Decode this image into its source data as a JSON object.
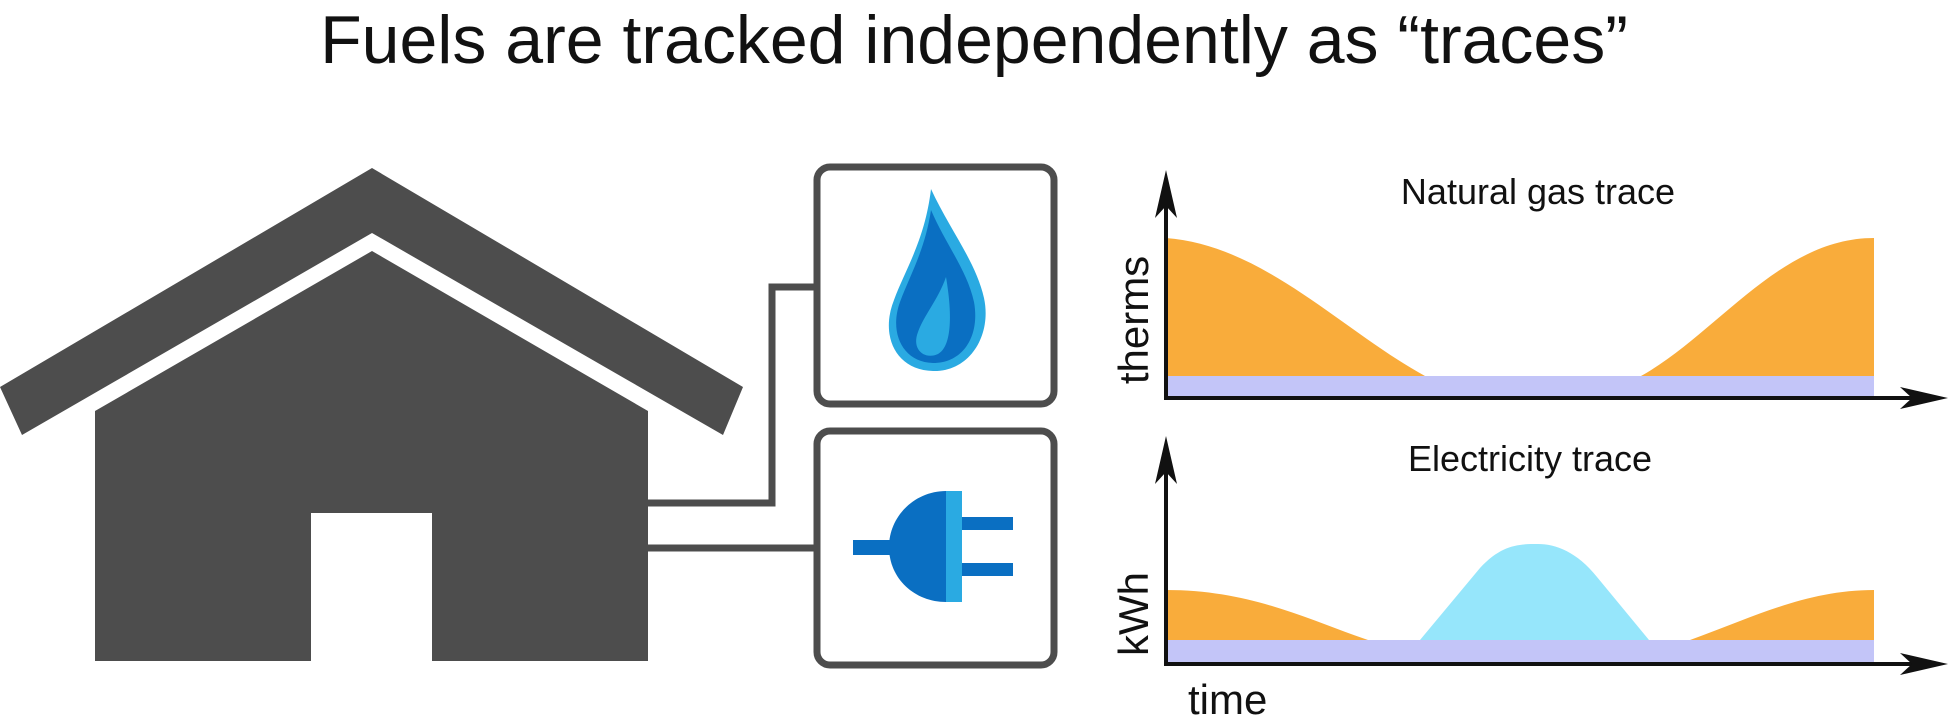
{
  "title": "Fuels are tracked independently as “traces”",
  "colors": {
    "house": "#4d4d4d",
    "gas_fill": "#f9ac3b",
    "electric_fill": "#96e6fb",
    "baseline_fill": "#c3c5f8",
    "icon_dark_blue": "#0a6fc2",
    "icon_light_blue": "#2aaae2"
  },
  "icons": {
    "gas": "water-drop-icon",
    "electric": "electric-plug-icon",
    "house": "house-icon"
  },
  "charts": {
    "gas": {
      "title": "Natural gas trace",
      "ylabel": "therms"
    },
    "electricity": {
      "title": "Electricity trace",
      "ylabel": "kWh",
      "xlabel": "time"
    }
  }
}
